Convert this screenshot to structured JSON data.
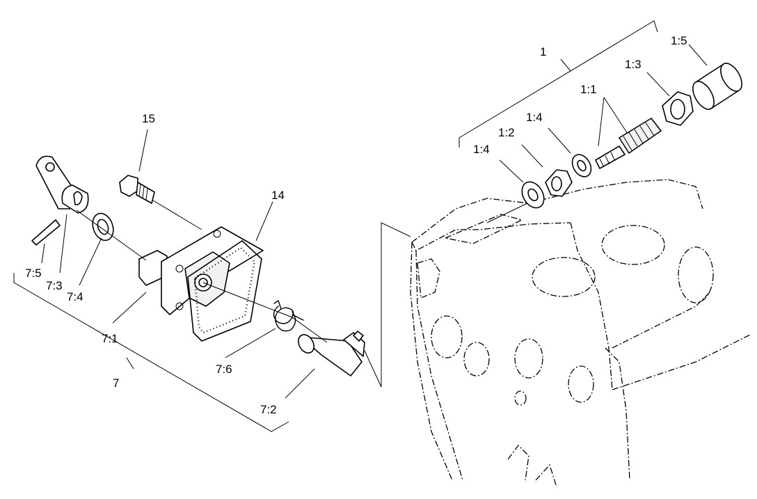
{
  "labels": {
    "l1": "1",
    "l1_1": "1:1",
    "l1_2": "1:2",
    "l1_3": "1:3",
    "l1_4a": "1:4",
    "l1_4b": "1:4",
    "l1_5": "1:5",
    "l7": "7",
    "l7_1": "7:1",
    "l7_2": "7:2",
    "l7_3": "7:3",
    "l7_4": "7:4",
    "l7_5": "7:5",
    "l7_6": "7:6",
    "l14": "14",
    "l15": "15"
  }
}
